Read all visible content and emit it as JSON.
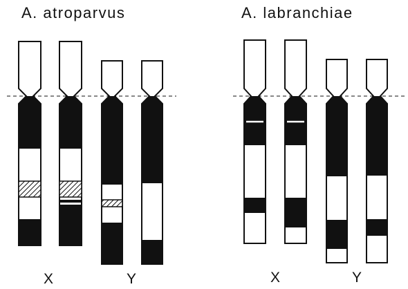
{
  "colors": {
    "ink": "#111111",
    "paper": "#ffffff",
    "band_dark": "#111111",
    "band_light": "#ffffff",
    "hatch": "#111111"
  },
  "panels": [
    {
      "title": "A. atroparvus",
      "x_label": "X",
      "y_label": "Y",
      "chromosomes": [
        {
          "type": "X",
          "bands_dark": [
            "centromere-block",
            "distal-end"
          ],
          "hatched": true
        },
        {
          "type": "X",
          "bands_dark": [
            "centromere-block",
            "distal-end"
          ],
          "hatched": true
        },
        {
          "type": "Y",
          "bands_dark": [
            "centromere-block",
            "distal-end"
          ],
          "hatched": true
        },
        {
          "type": "Y",
          "bands_dark": [
            "centromere-block",
            "distal-end"
          ],
          "hatched": false
        }
      ]
    },
    {
      "title": "A. labranchiae",
      "x_label": "X",
      "y_label": "Y",
      "chromosomes": [
        {
          "type": "X",
          "bands_dark": [
            "upper",
            "middle"
          ],
          "hatched": false
        },
        {
          "type": "X",
          "bands_dark": [
            "upper",
            "middle"
          ],
          "hatched": false
        },
        {
          "type": "Y",
          "bands_dark": [
            "upper",
            "lower"
          ],
          "hatched": false
        },
        {
          "type": "Y",
          "bands_dark": [
            "upper",
            "lower"
          ],
          "hatched": false
        }
      ]
    }
  ]
}
